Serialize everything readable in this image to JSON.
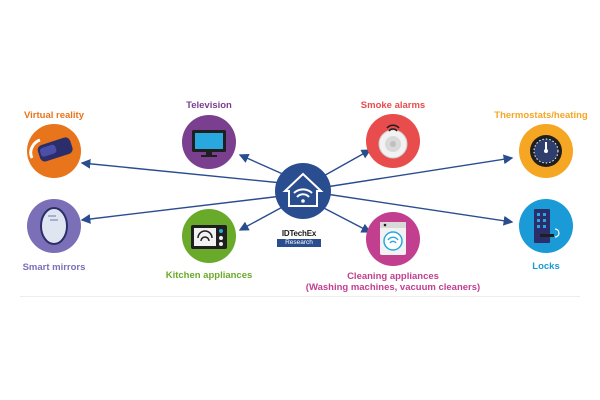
{
  "hub": {
    "brand": "IDTechEx",
    "sub": "Research"
  },
  "nodes": [
    {
      "key": "virtual-reality",
      "label": "Virtual reality",
      "color": "#e8741c",
      "icon": "vr-headset-icon"
    },
    {
      "key": "television",
      "label": "Television",
      "color": "#7b3f8f",
      "icon": "tv-icon"
    },
    {
      "key": "smoke-alarms",
      "label": "Smoke alarms",
      "color": "#e84c4c",
      "icon": "smoke-alarm-icon"
    },
    {
      "key": "thermostats",
      "label": "Thermostats/heating",
      "color": "#f5a623",
      "icon": "thermostat-icon"
    },
    {
      "key": "smart-mirrors",
      "label": "Smart mirrors",
      "color": "#7b6fb8",
      "icon": "mirror-icon"
    },
    {
      "key": "kitchen",
      "label": "Kitchen appliances",
      "color": "#6aaa2a",
      "icon": "oven-icon"
    },
    {
      "key": "cleaning",
      "label": "Cleaning appliances",
      "sub": "(Washing machines, vacuum cleaners)",
      "color": "#c23f8f",
      "icon": "washing-machine-icon"
    },
    {
      "key": "locks",
      "label": "Locks",
      "color": "#1a9ad6",
      "icon": "smart-lock-icon"
    }
  ],
  "colors": {
    "hub": "#2a4d8f",
    "arrow": "#2a4d8f",
    "wifi": "#1a9ad6"
  }
}
